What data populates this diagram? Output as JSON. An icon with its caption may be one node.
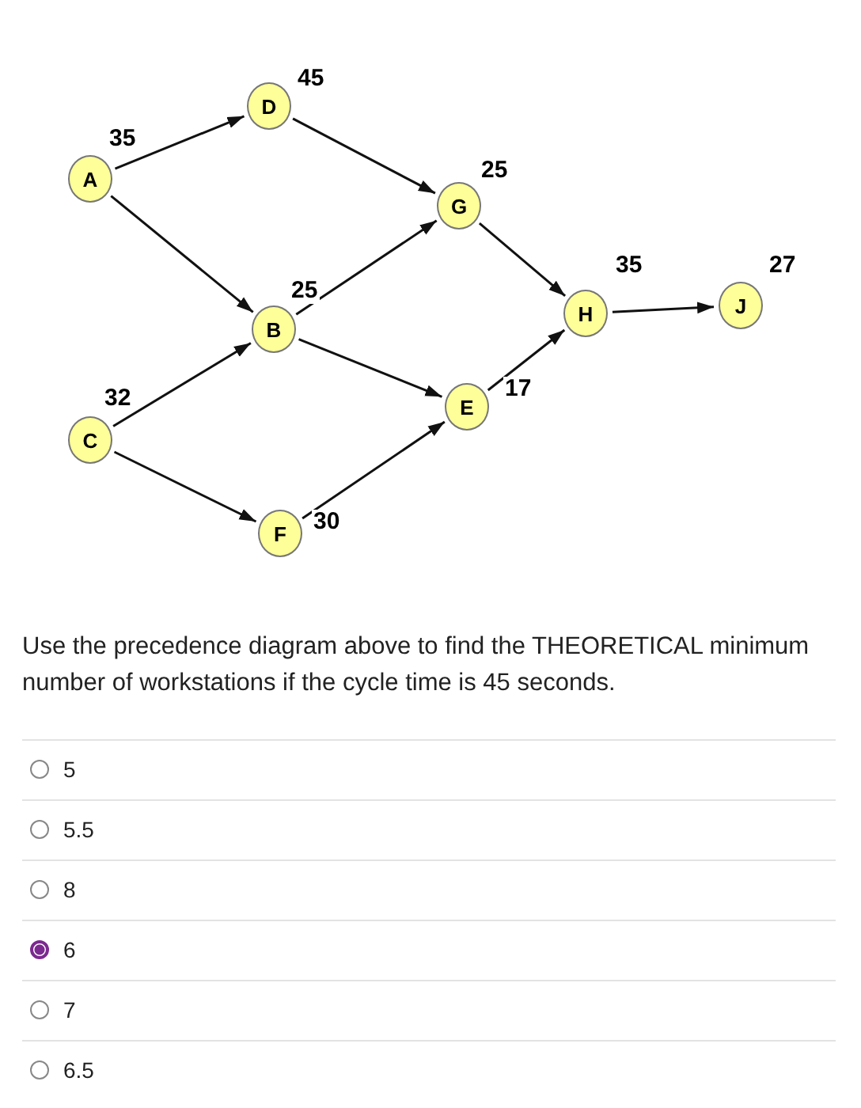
{
  "diagram": {
    "nodes": [
      {
        "text": [
          "D"
        ],
        "beside": [
          "45"
        ]
      },
      {
        "text": [
          "A"
        ],
        "beside": [
          "35"
        ]
      },
      {
        "text": [
          "G"
        ],
        "beside": [
          "25"
        ]
      },
      {
        "text": [
          "H"
        ],
        "beside": [
          "35"
        ]
      },
      {
        "text": [
          "J"
        ],
        "beside": [
          "27"
        ]
      },
      {
        "text": [
          "B"
        ],
        "beside": [
          "25"
        ]
      },
      {
        "text": [
          "E"
        ],
        "beside": [
          "17"
        ]
      },
      {
        "text": [
          "C"
        ],
        "beside": [
          "32"
        ]
      },
      {
        "text": [
          "F"
        ],
        "beside": [
          "30"
        ]
      }
    ],
    "edges": [
      {
        "from": 1,
        "to": 0,
        "arrow": "to"
      },
      {
        "from": 1,
        "to": 5,
        "arrow": "to"
      },
      {
        "from": 0,
        "to": 2,
        "arrow": "to"
      },
      {
        "from": 5,
        "to": 2,
        "arrow": "to"
      },
      {
        "from": 5,
        "to": 6,
        "arrow": "to"
      },
      {
        "from": 7,
        "to": 5,
        "arrow": "to"
      },
      {
        "from": 7,
        "to": 8,
        "arrow": "to"
      },
      {
        "from": 8,
        "to": 6,
        "arrow": "to"
      },
      {
        "from": 2,
        "to": 3,
        "arrow": "to"
      },
      {
        "from": 6,
        "to": 3,
        "arrow": "to"
      },
      {
        "from": 3,
        "to": 4,
        "arrow": "to"
      }
    ],
    "labels": [
      "Use the precedence diagram above to find the THEORETICAL minimum number of workstations if the cycle time is 45 seconds.",
      "5",
      "5.5",
      "8",
      "6",
      "7",
      "6.5"
    ]
  }
}
